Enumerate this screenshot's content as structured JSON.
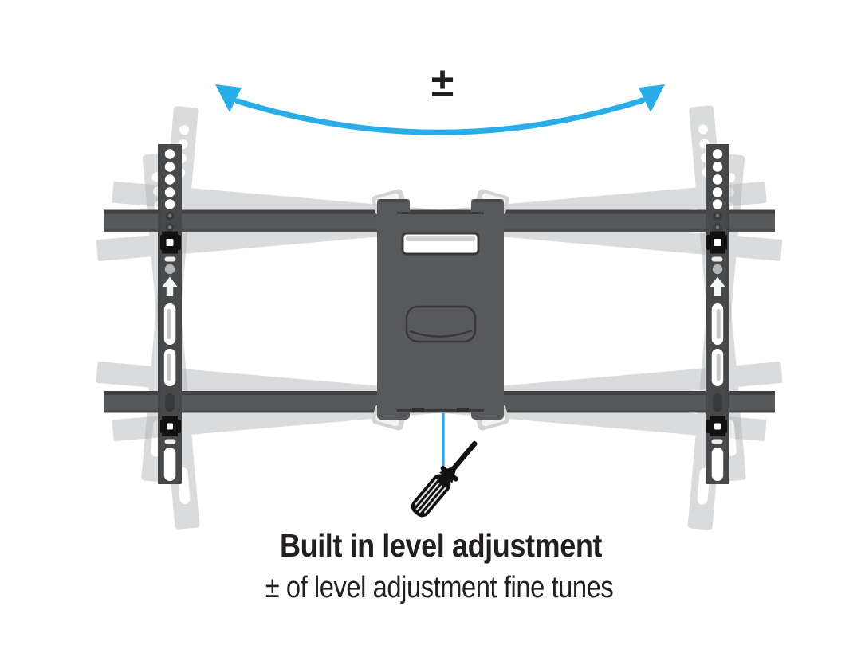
{
  "diagram": {
    "plus_minus_symbol": "±",
    "title": "Built in level adjustment",
    "subtitle": "± of level adjustment fine tunes"
  },
  "icons": {
    "tilt_arrow": "curved-double-arrow-icon",
    "pointer": "callout-line",
    "tool": "screwdriver-icon"
  },
  "colors": {
    "background": "#FFFFFF",
    "accent_blue": "#29ADE9",
    "text_dark": "#231F20",
    "mount_gray": "#57585A",
    "mount_edge": "#3E3E40",
    "bracket_gray": "#48494B",
    "plate_gray": "#58595B",
    "plate_edge": "#38383A",
    "ghost_gray": "#ADB0B3",
    "tab_gray": "#D1D3D4",
    "clip_black": "#111111",
    "hole_white": "#FFFFFF"
  }
}
